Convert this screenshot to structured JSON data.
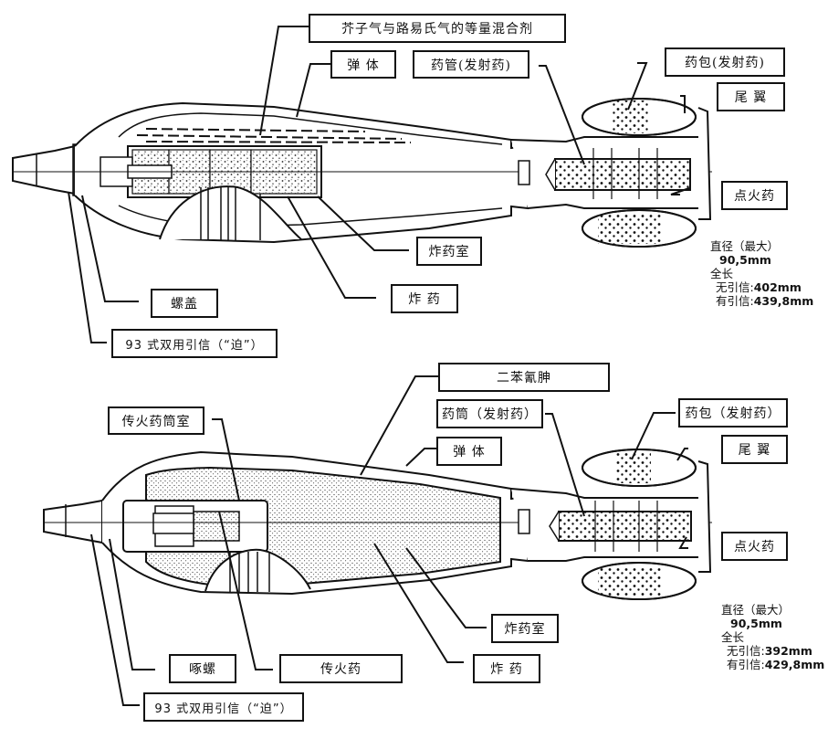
{
  "diagram_top": {
    "subject": "mortar shell (chemical, mustard/lewisite)",
    "labels": {
      "agent_fill": "芥子气与路易氏气的等量混合剂",
      "shell_body": "弹 体",
      "propellant_tube": "药管(发射药)",
      "propellant_bag": "药包(发射药)",
      "tail_fin": "尾 翼",
      "igniter": "点火药",
      "burster_chamber": "炸药室",
      "burster_charge": "炸 药",
      "screw_cap": "螺盖",
      "fuze": "93 式双用引信（“迫”）"
    },
    "specs": {
      "diameter_label": "直径（最大）",
      "diameter_value": "90,5mm",
      "length_label": "全长",
      "without_fuze_label": "无引信:",
      "without_fuze_value": "402mm",
      "with_fuze_label": "有引信:",
      "with_fuze_value": "439,8mm"
    }
  },
  "diagram_bottom": {
    "subject": "mortar shell (diphenylcyanoarsine)",
    "labels": {
      "agent_fill": "二苯氰胂",
      "propellant_tube": "药筒（发射药）",
      "shell_body": "弹 体",
      "propellant_bag": "药包（发射药）",
      "tail_fin": "尾 翼",
      "igniter": "点火药",
      "booster_well": "传火药筒室",
      "burster_chamber": "炸药室",
      "burster_charge": "炸 药",
      "primer_screw": "啄螺",
      "booster": "传火药",
      "fuze": "93 式双用引信（“迫”）"
    },
    "specs": {
      "diameter_label": "直径（最大）",
      "diameter_value": "90,5mm",
      "length_label": "全长",
      "without_fuze_label": "无引信:",
      "without_fuze_value": "392mm",
      "with_fuze_label": "有引信:",
      "with_fuze_value": "429,8mm"
    }
  },
  "colors": {
    "ink": "#111111",
    "paper": "#ffffff",
    "stipple": "#222222"
  }
}
